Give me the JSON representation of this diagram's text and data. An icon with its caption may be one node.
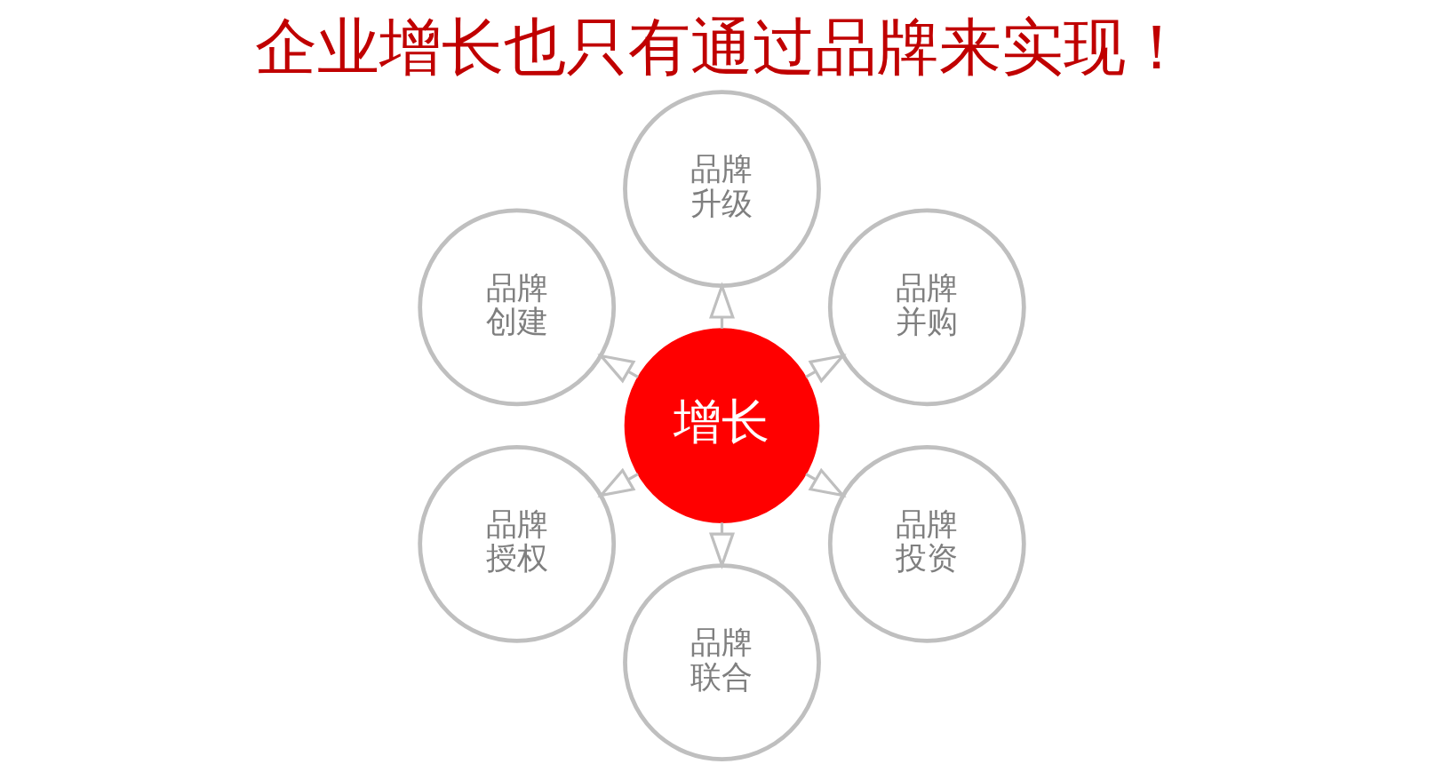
{
  "diagram": {
    "title": "企业增长也只有通过品牌来实现！",
    "nodes": [
      {
        "text": [
          "品牌升级"
        ]
      },
      {
        "text": [
          "品牌创建"
        ]
      },
      {
        "text": [
          "品牌并购"
        ]
      },
      {
        "text": [
          "增长"
        ]
      },
      {
        "text": [
          "品牌授权"
        ]
      },
      {
        "text": [
          "品牌投资"
        ]
      },
      {
        "text": [
          "品牌联合"
        ]
      }
    ],
    "edges": [
      {
        "from": 3,
        "to": 0,
        "arrow": "to"
      },
      {
        "from": 3,
        "to": 2,
        "arrow": "to"
      },
      {
        "from": 3,
        "to": 5,
        "arrow": "to"
      },
      {
        "from": 3,
        "to": 6,
        "arrow": "to"
      },
      {
        "from": 3,
        "to": 4,
        "arrow": "to"
      },
      {
        "from": 3,
        "to": 1,
        "arrow": "to"
      }
    ]
  }
}
